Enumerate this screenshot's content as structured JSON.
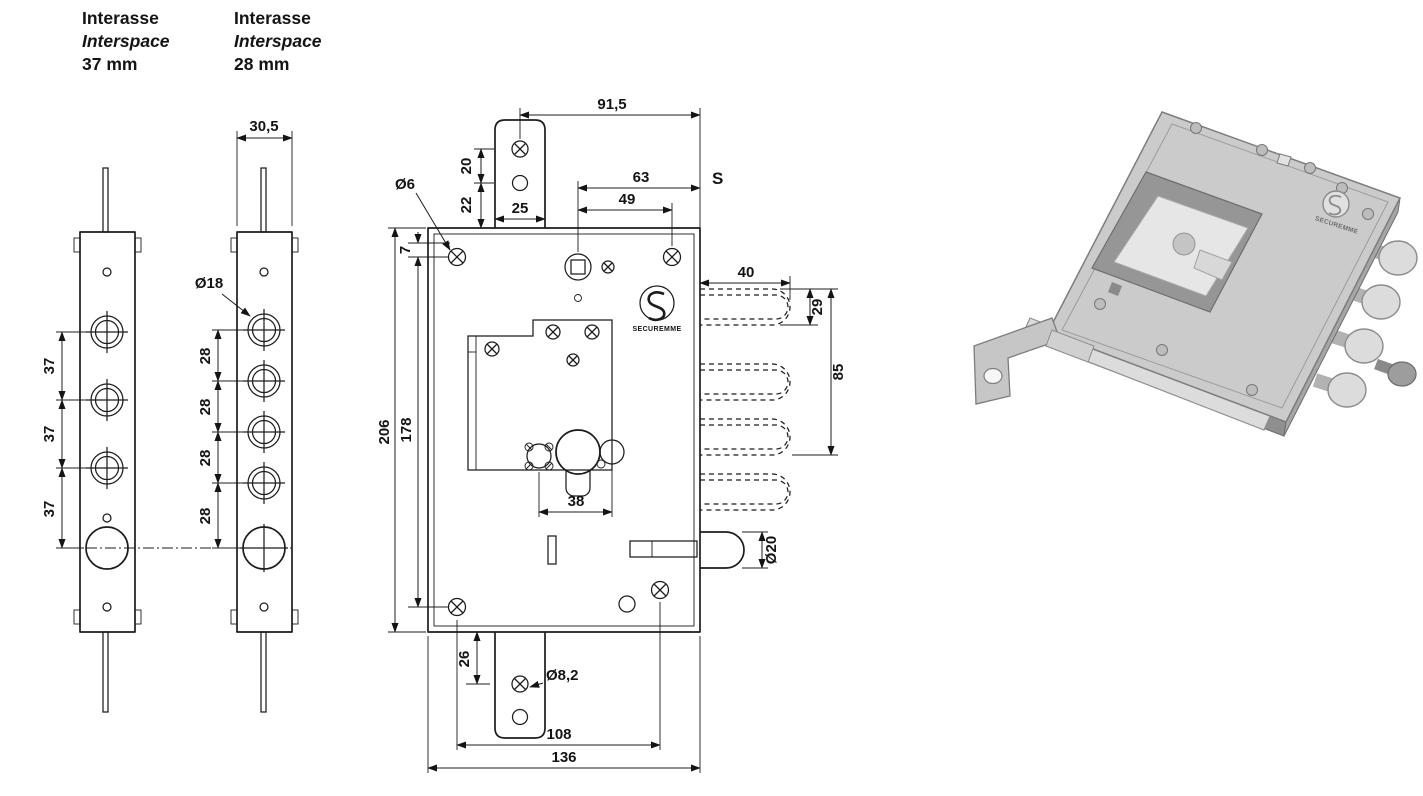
{
  "page": {
    "background": "#ffffff",
    "line_color": "#1c1c1c"
  },
  "headers": {
    "interspace_37": {
      "line1": "Interasse",
      "line2": "Interspace",
      "line3": "37 mm"
    },
    "interspace_28": {
      "line1": "Interasse",
      "line2": "Interspace",
      "line3": "28 mm"
    }
  },
  "dims": {
    "plate_width_28": "30,5",
    "top_plate_offset": "91,5",
    "d63": "63",
    "d49": "49",
    "d20": "20",
    "d22": "22",
    "plate_width_top": "25",
    "screw_hole_dia": "Ø6",
    "backset_label": "S",
    "d7": "7",
    "body_height": "206",
    "screw_span": "178",
    "interaxis_37": "37",
    "interaxis_28": "28",
    "hole_dia_18": "Ø18",
    "bolt_throw": "40",
    "bolt_dia": "29",
    "bolt_span": "85",
    "d38": "38",
    "latch_dia": "Ø20",
    "d26": "26",
    "hole_dia_82": "Ø8,2",
    "d108": "108",
    "body_width": "136"
  },
  "brand": {
    "name": "SECUREMME"
  }
}
